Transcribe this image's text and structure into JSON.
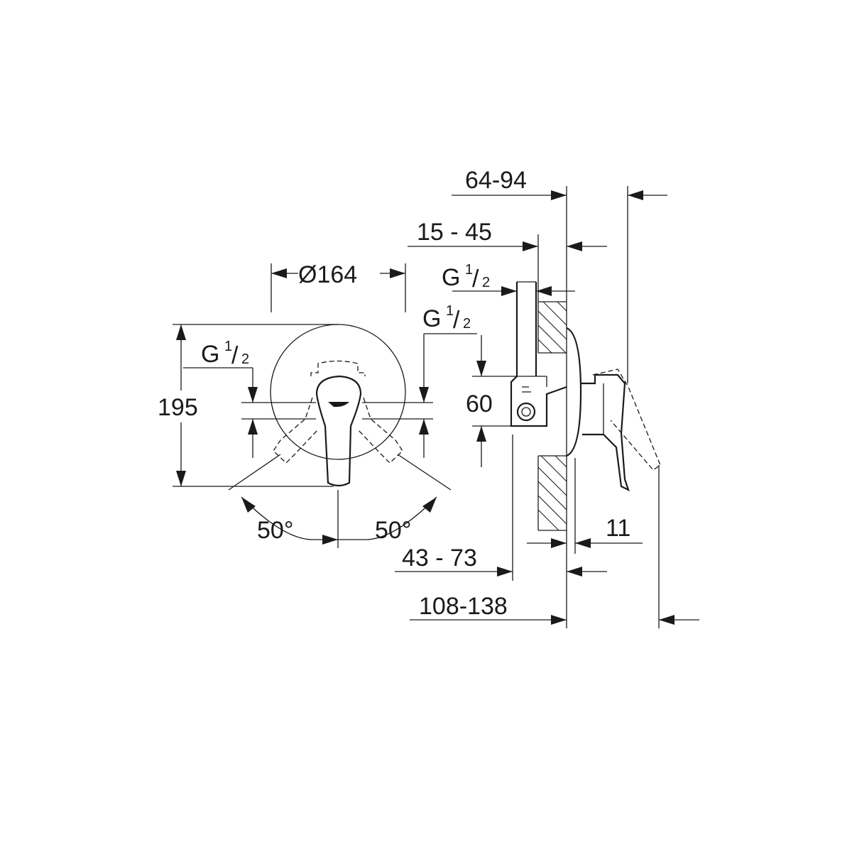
{
  "labels": {
    "diameter": "Ø164",
    "height_195": "195",
    "g_left": "G",
    "g_left_num": "1",
    "g_left_den": "2",
    "g_center": "G",
    "g_center_num": "1",
    "g_center_den": "2",
    "g_top": "G",
    "g_top_num": "1",
    "g_top_den": "2",
    "angle_left": "50°",
    "angle_right": "50°",
    "dim_64_94": "64-94",
    "dim_15_45": "15 - 45",
    "dim_60": "60",
    "dim_11": "11",
    "dim_43_73": "43 - 73",
    "dim_108_138": "108-138"
  },
  "colors": {
    "line": "#1a1a1a",
    "background": "#ffffff"
  }
}
